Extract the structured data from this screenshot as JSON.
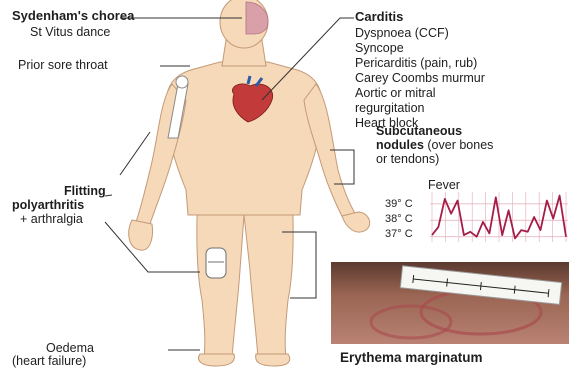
{
  "labels": {
    "sydenham_title": "Sydenham's chorea",
    "sydenham_sub": "St Vitus dance",
    "prior_sore_throat": "Prior sore throat",
    "carditis_title": "Carditis",
    "carditis_items": [
      "Dyspnoea (CCF)",
      "Syncope",
      "Pericarditis (pain, rub)",
      "Carey Coombs murmur",
      "Aortic or mitral",
      "regurgitation",
      "Heart block"
    ],
    "nodules_title_1": "Subcutaneous",
    "nodules_title_2": "nodules",
    "nodules_note_1": " (over bones",
    "nodules_note_2": "or tendons)",
    "polyarthritis_1": "Flitting",
    "polyarthritis_2": "polyarthritis",
    "polyarthritis_3": "+ arthralgia",
    "oedema_1": "Oedema",
    "oedema_2": "(heart failure)",
    "erythema": "Erythema marginatum"
  },
  "fever_chart": {
    "title": "Fever",
    "y_ticks": [
      "39° C",
      "38° C",
      "37° C"
    ],
    "ylim": [
      36.8,
      39.6
    ],
    "values": [
      37.1,
      37.6,
      39.3,
      38.4,
      39.2,
      37.1,
      37.3,
      37.0,
      37.9,
      37.2,
      39.4,
      37.1,
      38.6,
      36.9,
      37.4,
      37.3,
      38.2,
      37.4,
      39.2,
      38.1,
      39.5,
      37.0
    ],
    "line_color": "#a61c48",
    "grid_color": "#e3a9b8"
  },
  "colors": {
    "skin": "#f5d9b8",
    "skin_outline": "#c49a78",
    "brain": "#d9a0aa",
    "heart": "#c23a3a",
    "leader_line": "#333333"
  }
}
